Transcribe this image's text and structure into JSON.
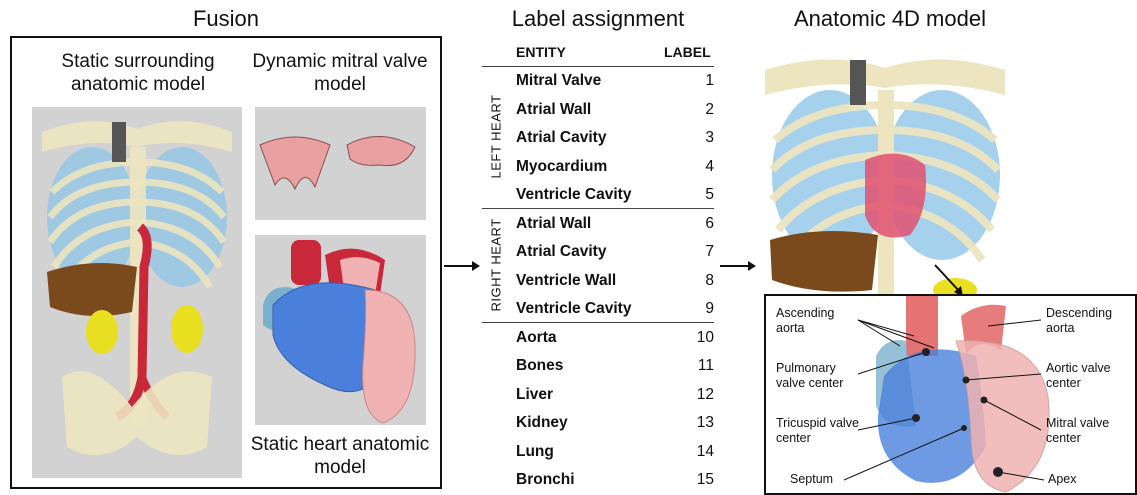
{
  "fusion": {
    "title": "Fusion",
    "static_surrounding": "Static surrounding anatomic model",
    "dynamic_mitral": "Dynamic mitral valve model",
    "static_heart": "Static heart anatomic model"
  },
  "labels": {
    "title": "Label assignment",
    "col_entity": "ENTITY",
    "col_label": "LABEL",
    "left_heart": "LEFT HEART",
    "right_heart": "RIGHT HEART",
    "left_rows": [
      {
        "entity": "Mitral Valve",
        "label": "1"
      },
      {
        "entity": "Atrial Wall",
        "label": "2"
      },
      {
        "entity": "Atrial Cavity",
        "label": "3"
      },
      {
        "entity": "Myocardium",
        "label": "4"
      },
      {
        "entity": "Ventricle Cavity",
        "label": "5"
      }
    ],
    "right_rows": [
      {
        "entity": "Atrial Wall",
        "label": "6"
      },
      {
        "entity": "Atrial Cavity",
        "label": "7"
      },
      {
        "entity": "Ventricle Wall",
        "label": "8"
      },
      {
        "entity": "Ventricle Cavity",
        "label": "9"
      }
    ],
    "other_rows": [
      {
        "entity": "Aorta",
        "label": "10"
      },
      {
        "entity": "Bones",
        "label": "11"
      },
      {
        "entity": "Liver",
        "label": "12"
      },
      {
        "entity": "Kidney",
        "label": "13"
      },
      {
        "entity": "Lung",
        "label": "14"
      },
      {
        "entity": "Bronchi",
        "label": "15"
      }
    ]
  },
  "model4d": {
    "title": "Anatomic 4D model",
    "annotations": {
      "ascending": "Ascending aorta",
      "descending": "Descending aorta",
      "pulmonary": "Pulmonary valve center",
      "aortic": "Aortic valve center",
      "tricuspid": "Tricuspid valve center",
      "mitral": "Mitral valve center",
      "septum": "Septum",
      "apex": "Apex"
    }
  },
  "colors": {
    "bone": "#ece5c0",
    "lung": "#8ec6e8",
    "liver": "#7a4a1c",
    "kidney": "#e8e020",
    "aorta": "#c8283a",
    "heart_blue": "#4a7fdc",
    "heart_pink": "#f0b2b2",
    "mitral_pink": "#e8a0a0",
    "panel_gray": "#d2d2d2"
  }
}
